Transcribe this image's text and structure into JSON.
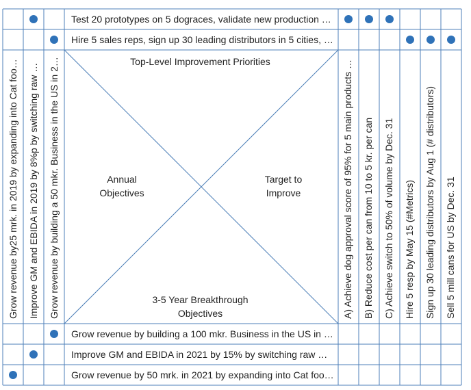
{
  "colors": {
    "line": "#4d7fb8",
    "dot": "#2f72b8"
  },
  "center": {
    "top": "Top-Level Improvement Priorities",
    "left": "Annual Objectives",
    "right": "Target to Improve",
    "bottom": "3-5 Year Breakthrough Objectives"
  },
  "top_rows": [
    "Test 20 prototypes on 5 dograces, validate new production …",
    "Hire 5 sales reps, sign up 30 leading distributors in 5 cities, …"
  ],
  "bottom_rows": [
    "Grow revenue by building a 100 mkr. Business in the US in …",
    "Improve GM and EBIDA in 2021 by 15% by switching raw …",
    "Grow revenue by 50 mrk. in 2021 by expanding into Cat foo…"
  ],
  "left_columns": [
    "Grow revenue by25 mrk. in 2019 by expanding into Cat foo…",
    "Improve GM and EBIDA in 2019 by 8%p by switching raw …",
    "Grow revenue by building a 50 mkr. Business in the US in 2…"
  ],
  "right_columns": [
    "A) Achieve dog approval score of 95% for 5 main products …",
    "B) Reduce cost per can from 10 to 5 kr. per can",
    "C) Achieve switch to 50% of volume by Dec. 31",
    "Hire 5 resp by May 15 (#Metrics)",
    "Sign up 30 leading distributors by Aug 1 (# distributors)",
    "Sell 5 mill cans for US by Dec. 31"
  ],
  "dots": {
    "top_rows": [
      {
        "row": 0,
        "left_col": 1,
        "right_cols": [
          0,
          1,
          2
        ]
      },
      {
        "row": 1,
        "left_col": 2,
        "right_cols": [
          3,
          4,
          5
        ]
      }
    ],
    "bottom_rows": [
      {
        "row": 0,
        "left_col": 2
      },
      {
        "row": 1,
        "left_col": 1
      },
      {
        "row": 2,
        "left_col": 0
      }
    ]
  }
}
